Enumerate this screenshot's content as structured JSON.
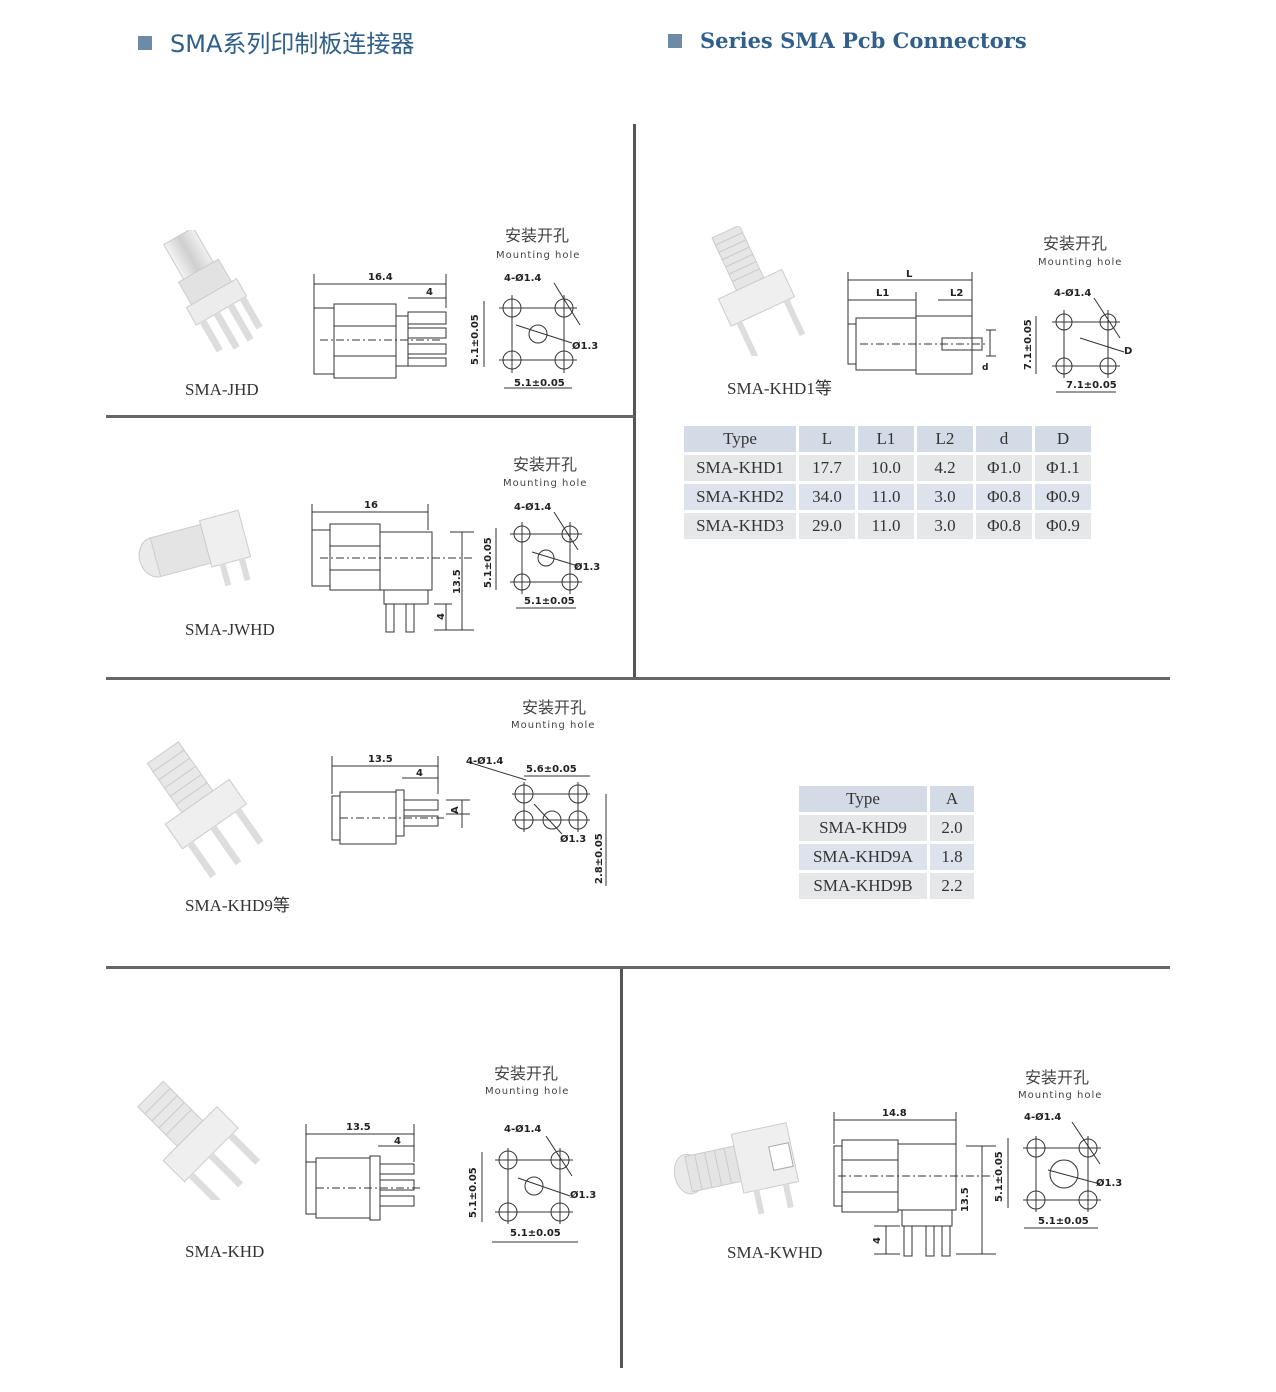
{
  "header": {
    "title_cn": "SMA系列印制板连接器",
    "title_en": "Series SMA Pcb Connectors"
  },
  "mounting_hole": {
    "cn": "安装开孔",
    "en": "Mounting hole"
  },
  "products": [
    {
      "model": "SMA-JHD",
      "dims": {
        "length": "16.4",
        "offset": "4",
        "pitch_v": "5.1±0.05",
        "pitch_h": "5.1±0.05",
        "hole4": "4-Ø1.4",
        "hole_c": "Ø1.3"
      }
    },
    {
      "model": "SMA-KHD1等",
      "dims": {
        "L": "L",
        "L1": "L1",
        "L2": "L2",
        "d": "d",
        "D": "D",
        "pitch_v": "7.1±0.05",
        "pitch_h": "7.1±0.05",
        "hole4": "4-Ø1.4"
      }
    },
    {
      "model": "SMA-JWHD",
      "dims": {
        "length": "16",
        "height": "13.5",
        "offset": "4",
        "pitch_v": "5.1±0.05",
        "pitch_h": "5.1±0.05",
        "hole4": "4-Ø1.4",
        "hole_c": "Ø1.3"
      }
    },
    {
      "model": "SMA-KHD9等",
      "dims": {
        "length": "13.5",
        "offset": "4",
        "A": "A",
        "pitch_h": "5.6±0.05",
        "pitch_v": "2.8±0.05",
        "hole4": "4-Ø1.4",
        "hole_c": "Ø1.3"
      }
    },
    {
      "model": "SMA-KHD",
      "dims": {
        "length": "13.5",
        "offset": "4",
        "pitch_v": "5.1±0.05",
        "pitch_h": "5.1±0.05",
        "hole4": "4-Ø1.4",
        "hole_c": "Ø1.3"
      }
    },
    {
      "model": "SMA-KWHD",
      "dims": {
        "length": "14.8",
        "height": "13.5",
        "offset": "4",
        "pitch_v": "5.1±0.05",
        "pitch_h": "5.1±0.05",
        "hole4": "4-Ø1.4",
        "hole_c": "Ø1.3"
      }
    }
  ],
  "table_khd1": {
    "headers": [
      "Type",
      "L",
      "L1",
      "L2",
      "d",
      "D"
    ],
    "rows": [
      [
        "SMA-KHD1",
        "17.7",
        "10.0",
        "4.2",
        "Φ1.0",
        "Φ1.1"
      ],
      [
        "SMA-KHD2",
        "34.0",
        "11.0",
        "3.0",
        "Φ0.8",
        "Φ0.9"
      ],
      [
        "SMA-KHD3",
        "29.0",
        "11.0",
        "3.0",
        "Φ0.8",
        "Φ0.9"
      ]
    ]
  },
  "table_khd9": {
    "headers": [
      "Type",
      "A"
    ],
    "rows": [
      [
        "SMA-KHD9",
        "2.0"
      ],
      [
        "SMA-KHD9A",
        "1.8"
      ],
      [
        "SMA-KHD9B",
        "2.2"
      ]
    ]
  }
}
